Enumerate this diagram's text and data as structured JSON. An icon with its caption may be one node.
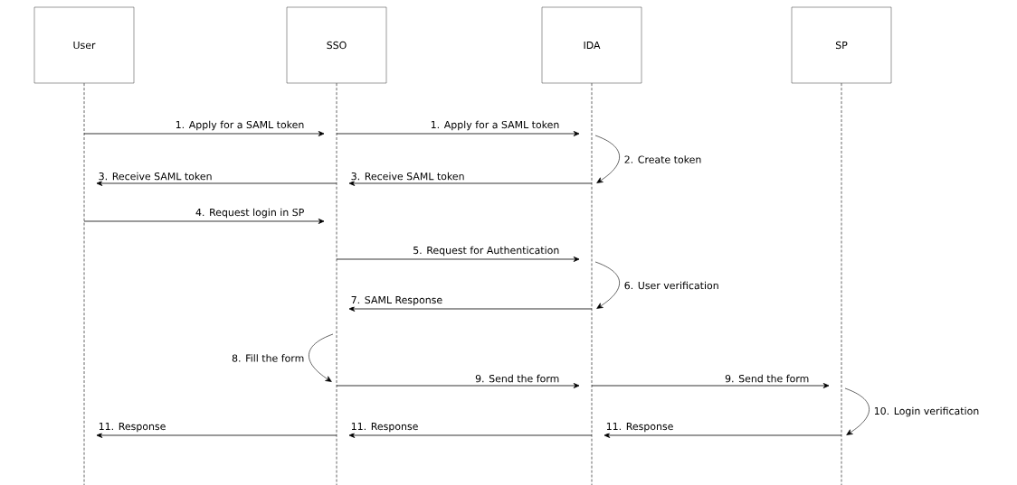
{
  "diagram": {
    "nodes": [
      {
        "text": [
          "User"
        ]
      },
      {
        "text": [
          "SSO"
        ]
      },
      {
        "text": [
          "IDA"
        ]
      },
      {
        "text": [
          "SP"
        ]
      }
    ],
    "edges": [
      {
        "from": 0,
        "to": 1,
        "arrow": "to",
        "label": "1. Apply for a SAML token"
      },
      {
        "from": 1,
        "to": 2,
        "arrow": "to",
        "label": "1. Apply for a SAML token"
      },
      {
        "from": 2,
        "to": 2,
        "arrow": "to",
        "label": "2. Create token"
      },
      {
        "from": 2,
        "to": 1,
        "arrow": "to",
        "label": "3. Receive SAML token"
      },
      {
        "from": 1,
        "to": 0,
        "arrow": "to",
        "label": "3. Receive SAML token"
      },
      {
        "from": 0,
        "to": 1,
        "arrow": "to",
        "label": "4. Request login in SP"
      },
      {
        "from": 1,
        "to": 2,
        "arrow": "to",
        "label": "5. Request for Authentication"
      },
      {
        "from": 2,
        "to": 2,
        "arrow": "to",
        "label": "6. User verification"
      },
      {
        "from": 2,
        "to": 1,
        "arrow": "to",
        "label": "7. SAML Response"
      },
      {
        "from": 1,
        "to": 1,
        "arrow": "to",
        "label": "8. Fill the form"
      },
      {
        "from": 1,
        "to": 2,
        "arrow": "to",
        "label": "9. Send the form"
      },
      {
        "from": 2,
        "to": 3,
        "arrow": "to",
        "label": "9. Send the form"
      },
      {
        "from": 3,
        "to": 3,
        "arrow": "to",
        "label": "10. Login verification"
      },
      {
        "from": 3,
        "to": 2,
        "arrow": "to",
        "label": "11. Response"
      },
      {
        "from": 2,
        "to": 1,
        "arrow": "to",
        "label": "11. Response"
      },
      {
        "from": 1,
        "to": 0,
        "arrow": "to",
        "label": "11. Response"
      }
    ]
  }
}
